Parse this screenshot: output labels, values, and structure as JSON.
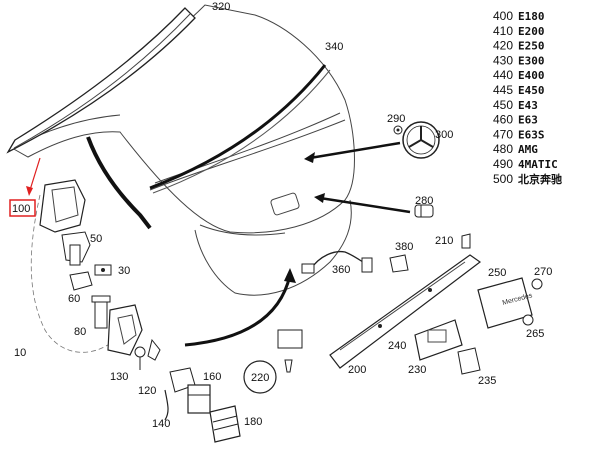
{
  "highlight_color": "#e02020",
  "callouts": {
    "c320": "320",
    "c340": "340",
    "c290": "290",
    "c300": "300",
    "c280": "280",
    "c100": "100",
    "c50": "50",
    "c30": "30",
    "c60": "60",
    "c80": "80",
    "c10": "10",
    "c130": "130",
    "c120": "120",
    "c140": "140",
    "c160": "160",
    "c180": "180",
    "c220": "220",
    "c380": "380",
    "c210": "210",
    "c360": "360",
    "c250": "250",
    "c270": "270",
    "c265": "265",
    "c240": "240",
    "c200": "200",
    "c230": "230",
    "c235": "235"
  },
  "badges": [
    {
      "num": "400",
      "name": "E180"
    },
    {
      "num": "410",
      "name": "E200"
    },
    {
      "num": "420",
      "name": "E250"
    },
    {
      "num": "430",
      "name": "E300"
    },
    {
      "num": "440",
      "name": "E400"
    },
    {
      "num": "445",
      "name": "E450"
    },
    {
      "num": "450",
      "name": "E43"
    },
    {
      "num": "460",
      "name": "E63"
    },
    {
      "num": "470",
      "name": "E63S"
    },
    {
      "num": "480",
      "name": "AMG"
    },
    {
      "num": "490",
      "name": "4MATIC"
    },
    {
      "num": "500",
      "name": "北京奔驰"
    }
  ]
}
